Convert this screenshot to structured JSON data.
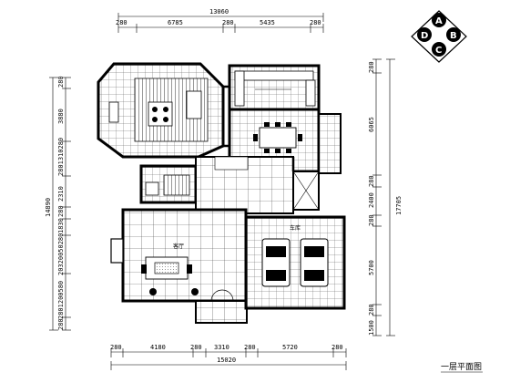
{
  "drawing": {
    "title": "一层平面图",
    "top_dims": {
      "total": "13060",
      "d1": "280",
      "d2": "6785",
      "d3": "280",
      "d4": "5435",
      "d5": "280"
    },
    "bottom_dims": {
      "d1": "280",
      "d2": "4180",
      "d3": "280",
      "d4": "3310",
      "d5": "280",
      "d6": "5720",
      "d7": "280",
      "total": "15020"
    },
    "left_dims": {
      "total": "14890",
      "s1": "280",
      "s2": "3880",
      "s3": "2801310280",
      "s4": "2310",
      "s5": "280",
      "s6": "1830",
      "s7": "20320050280",
      "s8": "2801200580",
      "s9": "280"
    },
    "right_dims": {
      "total": "17705",
      "s1": "280",
      "s2": "6065",
      "s3": "280",
      "s4": "2400",
      "s5": "280",
      "s6": "5700",
      "s7": "280",
      "s8": "1500"
    },
    "compass": {
      "n": "A",
      "w": "D",
      "e": "B",
      "s": "C"
    },
    "room_labels": {
      "garage": "车库",
      "living": "客厅"
    }
  }
}
